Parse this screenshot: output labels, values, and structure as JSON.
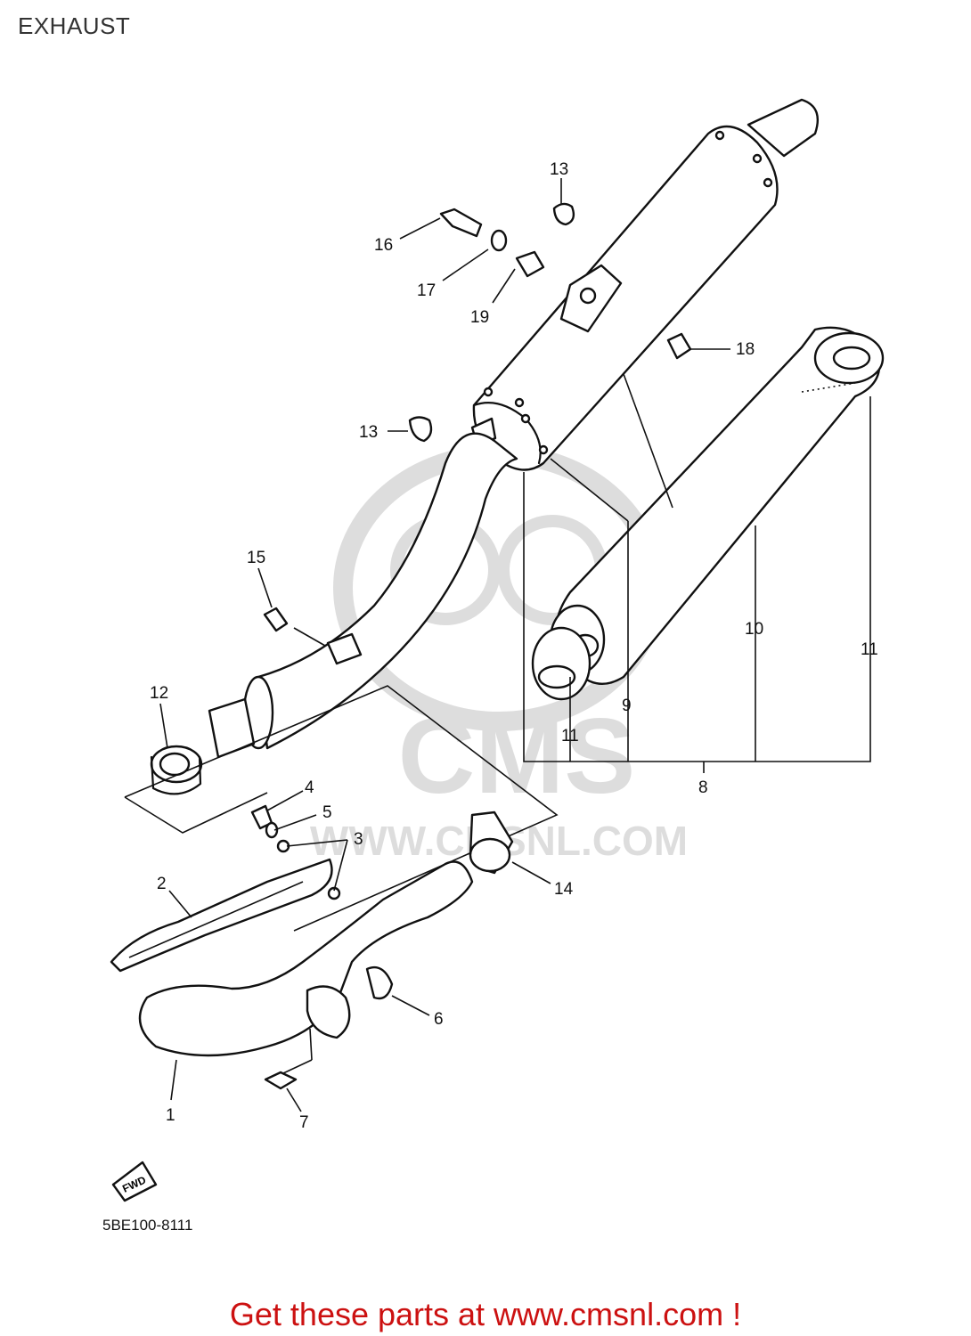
{
  "page": {
    "title": "EXHAUST",
    "diagram_code": "5BE100-8111",
    "promo_text": "Get these parts at www.cmsnl.com !"
  },
  "watermark": {
    "brand": "CMS",
    "url": "WWW.CMSNL.COM"
  },
  "fwd_label": "FWD",
  "callouts": [
    {
      "id": "1",
      "text": "1"
    },
    {
      "id": "2",
      "text": "2"
    },
    {
      "id": "3",
      "text": "3"
    },
    {
      "id": "4",
      "text": "4"
    },
    {
      "id": "5",
      "text": "5"
    },
    {
      "id": "6",
      "text": "6"
    },
    {
      "id": "7",
      "text": "7"
    },
    {
      "id": "8",
      "text": "8"
    },
    {
      "id": "9",
      "text": "9"
    },
    {
      "id": "10",
      "text": "10"
    },
    {
      "id": "11a",
      "text": "11"
    },
    {
      "id": "11b",
      "text": "11"
    },
    {
      "id": "12",
      "text": "12"
    },
    {
      "id": "13a",
      "text": "13"
    },
    {
      "id": "13b",
      "text": "13"
    },
    {
      "id": "14",
      "text": "14"
    },
    {
      "id": "15",
      "text": "15"
    },
    {
      "id": "16",
      "text": "16"
    },
    {
      "id": "17",
      "text": "17"
    },
    {
      "id": "18",
      "text": "18"
    },
    {
      "id": "19",
      "text": "19"
    }
  ]
}
